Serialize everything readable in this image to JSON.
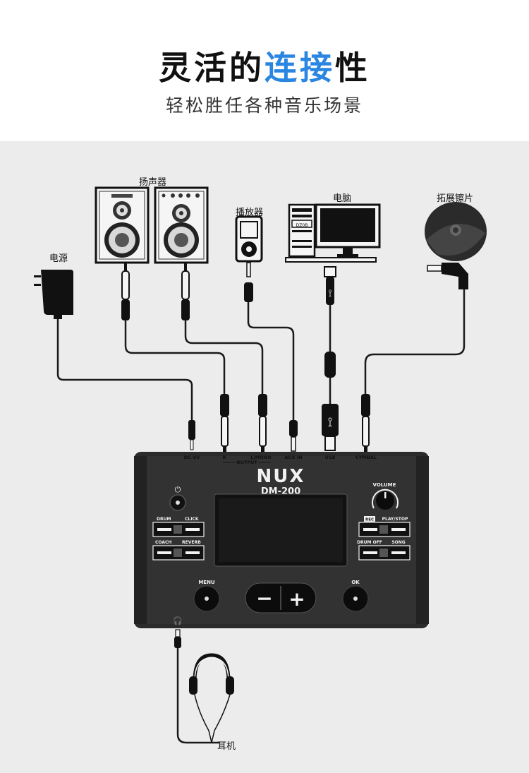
{
  "header": {
    "title_part1": "灵活的",
    "title_highlight": "连接",
    "title_part2": "性",
    "subtitle": "轻松胜任各种音乐场景"
  },
  "labels": {
    "speakers": "扬声器",
    "player": "播放器",
    "computer": "电脑",
    "cymbal": "拓展镲片",
    "power": "电源",
    "headphones": "耳机"
  },
  "device": {
    "brand": "NUX",
    "model": "DM-200",
    "ports": {
      "dc": "DC-9V",
      "r": "R",
      "lmono": "L/MONO",
      "output": "OUTPUT",
      "auxin": "AUX IN",
      "usb": "USB",
      "cymbal": "CYMBAL"
    },
    "buttons": {
      "drum": "DRUM",
      "click": "CLICK",
      "coach": "COACH",
      "reverb": "REVERB",
      "rec": "REC",
      "play_stop": "PLAY/STOP",
      "drum_off": "DRUM OFF",
      "song": "SONG",
      "volume": "VOLUME",
      "menu": "MENU",
      "ok": "OK",
      "minus": "−",
      "plus": "+"
    },
    "tower_badge": "DZ0B"
  },
  "colors": {
    "accent": "#2a86e0",
    "background": "#ececec",
    "device_body": "#2b2b2b",
    "cable": "#1a1a1a"
  }
}
